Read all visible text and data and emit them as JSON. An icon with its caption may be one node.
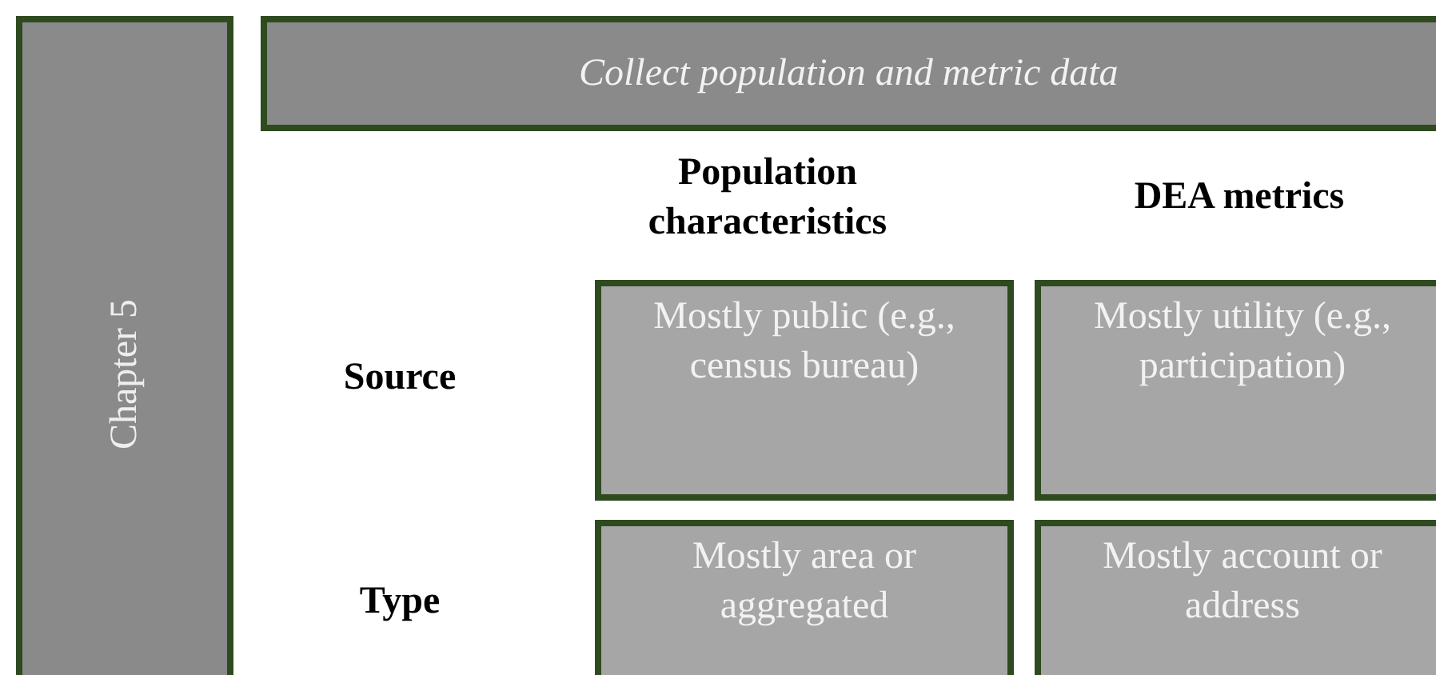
{
  "diagram": {
    "nodes": [
      {
        "text": [
          "Chapter 5"
        ]
      },
      {
        "text": [
          "Collect population and metric data"
        ]
      },
      {
        "text": [
          "Mostly public (e.g., census bureau)"
        ]
      },
      {
        "text": [
          "Mostly utility (e.g., participation)"
        ]
      },
      {
        "text": [
          "Mostly area or aggregated"
        ]
      },
      {
        "text": [
          "Mostly account or address"
        ]
      }
    ],
    "labels": [
      "Population characteristics",
      "DEA metrics",
      "Source",
      "Type"
    ]
  }
}
